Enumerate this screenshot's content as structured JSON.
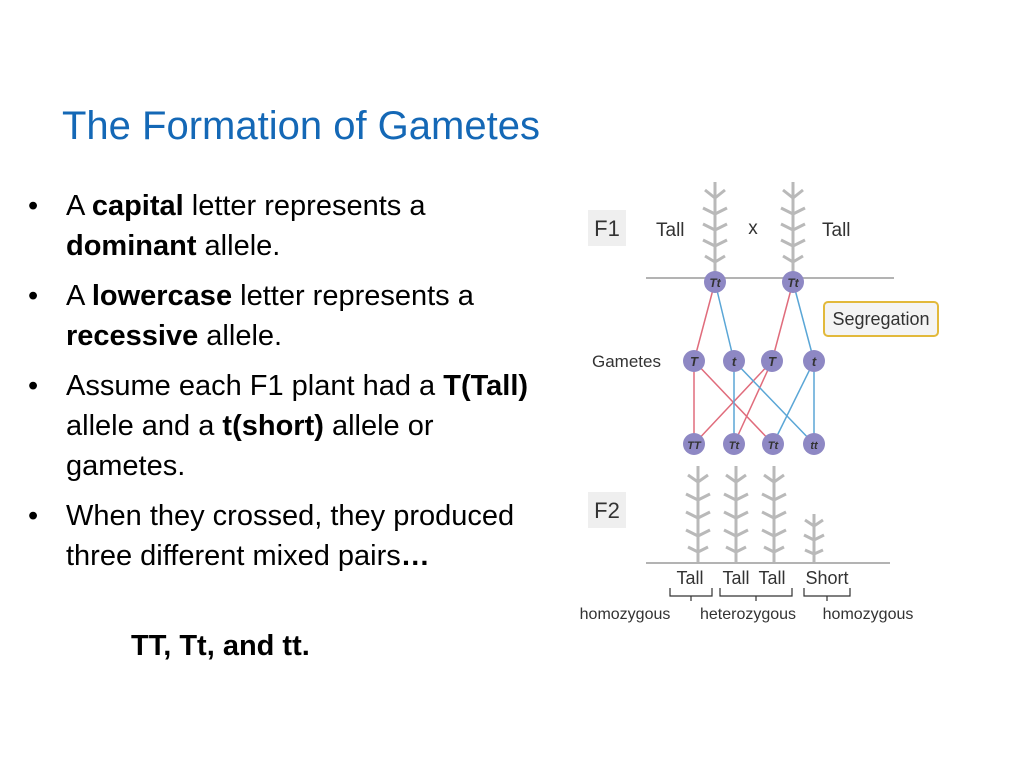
{
  "slide": {
    "title": "The Formation of Gametes",
    "bullets": [
      {
        "runs": [
          {
            "t": "A ",
            "b": false
          },
          {
            "t": "capital",
            "b": true
          },
          {
            "t": " letter represents a ",
            "b": false
          },
          {
            "t": "dominant",
            "b": true
          },
          {
            "t": " allele.",
            "b": false
          }
        ]
      },
      {
        "runs": [
          {
            "t": "A ",
            "b": false
          },
          {
            "t": "lowercase",
            "b": true
          },
          {
            "t": " letter represents a ",
            "b": false
          },
          {
            "t": "recessive",
            "b": true
          },
          {
            "t": " allele.",
            "b": false
          }
        ]
      },
      {
        "runs": [
          {
            "t": "Assume each F1 plant had a ",
            "b": false
          },
          {
            "t": "T(Tall)",
            "b": true
          },
          {
            "t": " allele and a ",
            "b": false
          },
          {
            "t": "t(short)",
            "b": true
          },
          {
            "t": " allele or gametes.",
            "b": false
          }
        ]
      },
      {
        "runs": [
          {
            "t": "When they crossed, they produced three different mixed pairs",
            "b": false
          },
          {
            "t": "…",
            "b": true
          }
        ]
      }
    ],
    "bullet_glyph": "•",
    "pairs_line": "TT, Tt, and tt."
  },
  "diagram": {
    "f1_label": "F1",
    "f1_left": "Tall",
    "cross": "x",
    "f1_right": "Tall",
    "parents": [
      "Tt",
      "Tt"
    ],
    "segregation_label": "Segregation",
    "gametes_label": "Gametes",
    "gametes": [
      "T",
      "t",
      "T",
      "t"
    ],
    "offspring": [
      "TT",
      "Tt",
      "Tt",
      "tt"
    ],
    "f2_label": "F2",
    "phenotypes": [
      "Tall",
      "Tall",
      "Tall",
      "Short"
    ],
    "zygosity": [
      "homozygous",
      "heterozygous",
      "homozygous"
    ],
    "colors": {
      "title": "#1468b6",
      "allele_circle": "#8e88c4",
      "line_dominant": "#e06c7c",
      "line_recessive": "#5aa6d6",
      "segregation_border": "#e2b93b",
      "ground_line": "#b3b3b3"
    }
  }
}
